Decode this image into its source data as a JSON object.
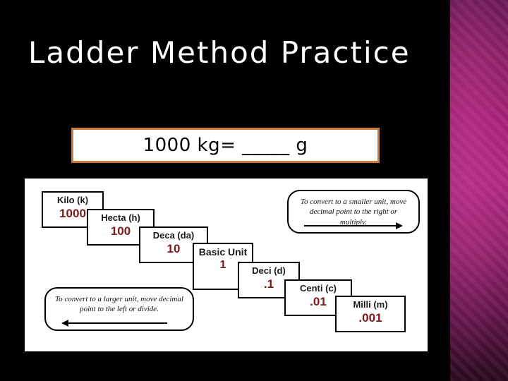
{
  "slide": {
    "title": "Ladder Method Practice",
    "background_color": "#000000",
    "accent_color": "#a8247a"
  },
  "problem": {
    "text": "1000 kg= _____ g",
    "border_color": "#d07830",
    "background_color": "#ffffff"
  },
  "diagram": {
    "steps": [
      {
        "unit": "Kilo (k)",
        "value": "1000"
      },
      {
        "unit": "Hecta (h)",
        "value": "100"
      },
      {
        "unit": "Deca (da)",
        "value": "10"
      },
      {
        "unit": "Basic Unit",
        "value": "1"
      },
      {
        "unit": "Deci (d)",
        "value": ".1"
      },
      {
        "unit": "Centi (c)",
        "value": ".01"
      },
      {
        "unit": "Milli (m)",
        "value": ".001"
      }
    ],
    "notes": [
      {
        "id": "smaller",
        "text": "To convert to a smaller unit, move decimal  point to the right or multiply."
      },
      {
        "id": "larger",
        "text": "To convert to a larger unit, move decimal  point to the left or divide."
      }
    ],
    "value_color": "#7a1b1b"
  }
}
